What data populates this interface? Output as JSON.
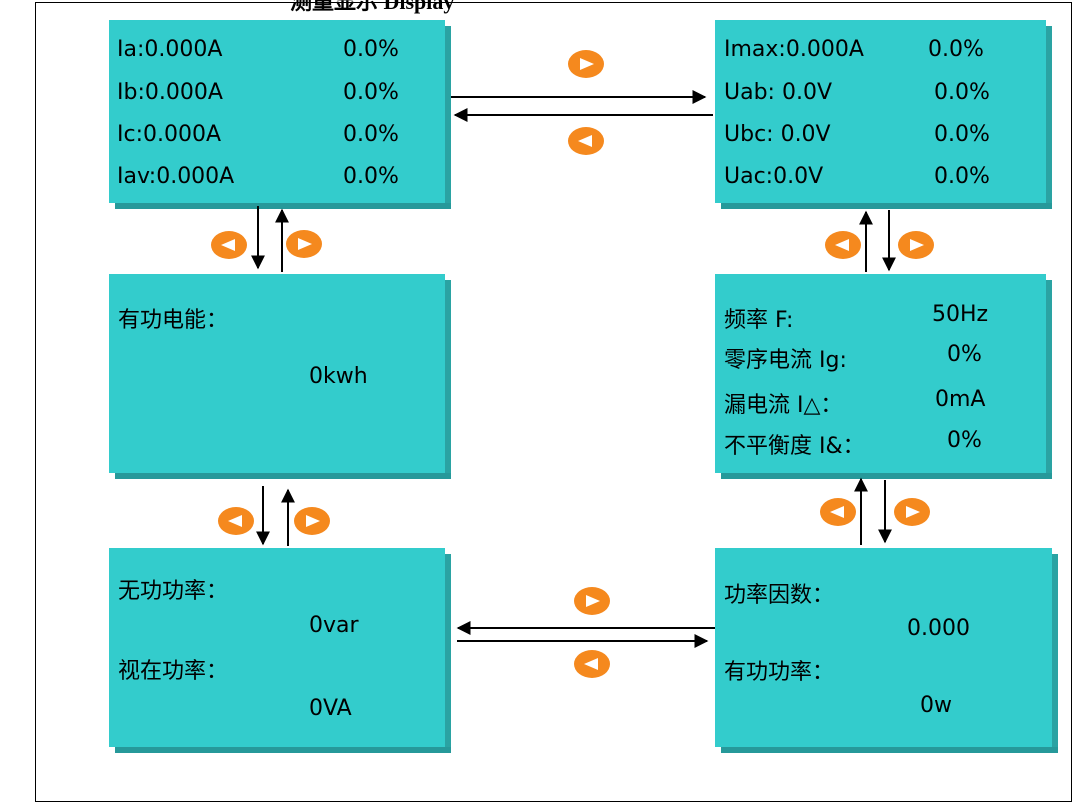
{
  "caption": "测量显示 Display",
  "panels": {
    "current": {
      "rows": [
        {
          "label": "Ia:0.000A",
          "value": "0.0%"
        },
        {
          "label": "Ib:0.000A",
          "value": "0.0%"
        },
        {
          "label": "Ic:0.000A",
          "value": "0.0%"
        },
        {
          "label": "Iav:0.000A",
          "value": "0.0%"
        }
      ]
    },
    "voltage": {
      "rows": [
        {
          "label": "Imax:0.000A",
          "value": "0.0%"
        },
        {
          "label": "Uab: 0.0V",
          "value": "0.0%"
        },
        {
          "label": "Ubc: 0.0V",
          "value": "0.0%"
        },
        {
          "label": "Uac:0.0V",
          "value": "0.0%"
        }
      ]
    },
    "active_energy": {
      "label": "有功电能：",
      "value": "0kwh"
    },
    "frequency": {
      "rows": [
        {
          "label": "频率 F:",
          "value": "50Hz"
        },
        {
          "label": "零序电流 Ig:",
          "value": "0%"
        },
        {
          "label": "漏电流 I△：",
          "value": "0mA"
        },
        {
          "label": "不平衡度 I&：",
          "value": "0%"
        }
      ]
    },
    "reactive_apparent": {
      "reactive_label": "无功功率：",
      "reactive_value": "0var",
      "apparent_label": "视在功率：",
      "apparent_value": "0VA"
    },
    "power_factor": {
      "pf_label": "功率因数：",
      "pf_value": "0.000",
      "active_label": "有功功率：",
      "active_value": "0w"
    }
  },
  "colors": {
    "panel": "#33cccc",
    "button": "#f5891e"
  },
  "icons": {
    "next": "right-triangle-button-icon",
    "prev": "left-triangle-button-icon"
  }
}
